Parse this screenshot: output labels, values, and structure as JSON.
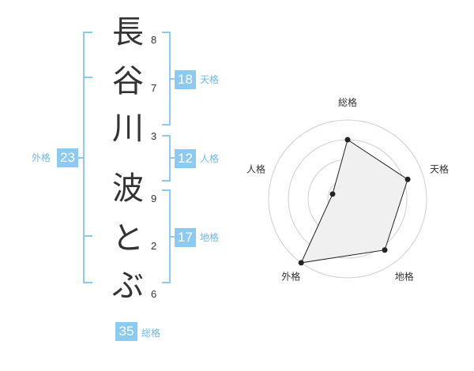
{
  "colors": {
    "accent": "#8ccaf2",
    "label": "#6eb8ea",
    "text": "#333333"
  },
  "name": [
    {
      "char": "長",
      "strokes": "8"
    },
    {
      "char": "谷",
      "strokes": "7"
    },
    {
      "char": "川",
      "strokes": "3"
    },
    {
      "char": "波",
      "strokes": "9"
    },
    {
      "char": "と",
      "strokes": "2"
    },
    {
      "char": "ぶ",
      "strokes": "6"
    }
  ],
  "fortune": {
    "tenkaku": {
      "label": "天格",
      "value": "18"
    },
    "jinkaku": {
      "label": "人格",
      "value": "12"
    },
    "chikaku": {
      "label": "地格",
      "value": "17"
    },
    "gaikaku": {
      "label": "外格",
      "value": "23"
    },
    "soukaku": {
      "label": "総格",
      "value": "35"
    }
  },
  "chart_data": {
    "type": "radar",
    "axes": [
      "総格",
      "天格",
      "地格",
      "外格",
      "人格"
    ],
    "values": [
      0.75,
      0.8,
      0.8,
      1.0,
      0.2
    ],
    "rings": 4,
    "range": [
      0,
      1
    ]
  }
}
